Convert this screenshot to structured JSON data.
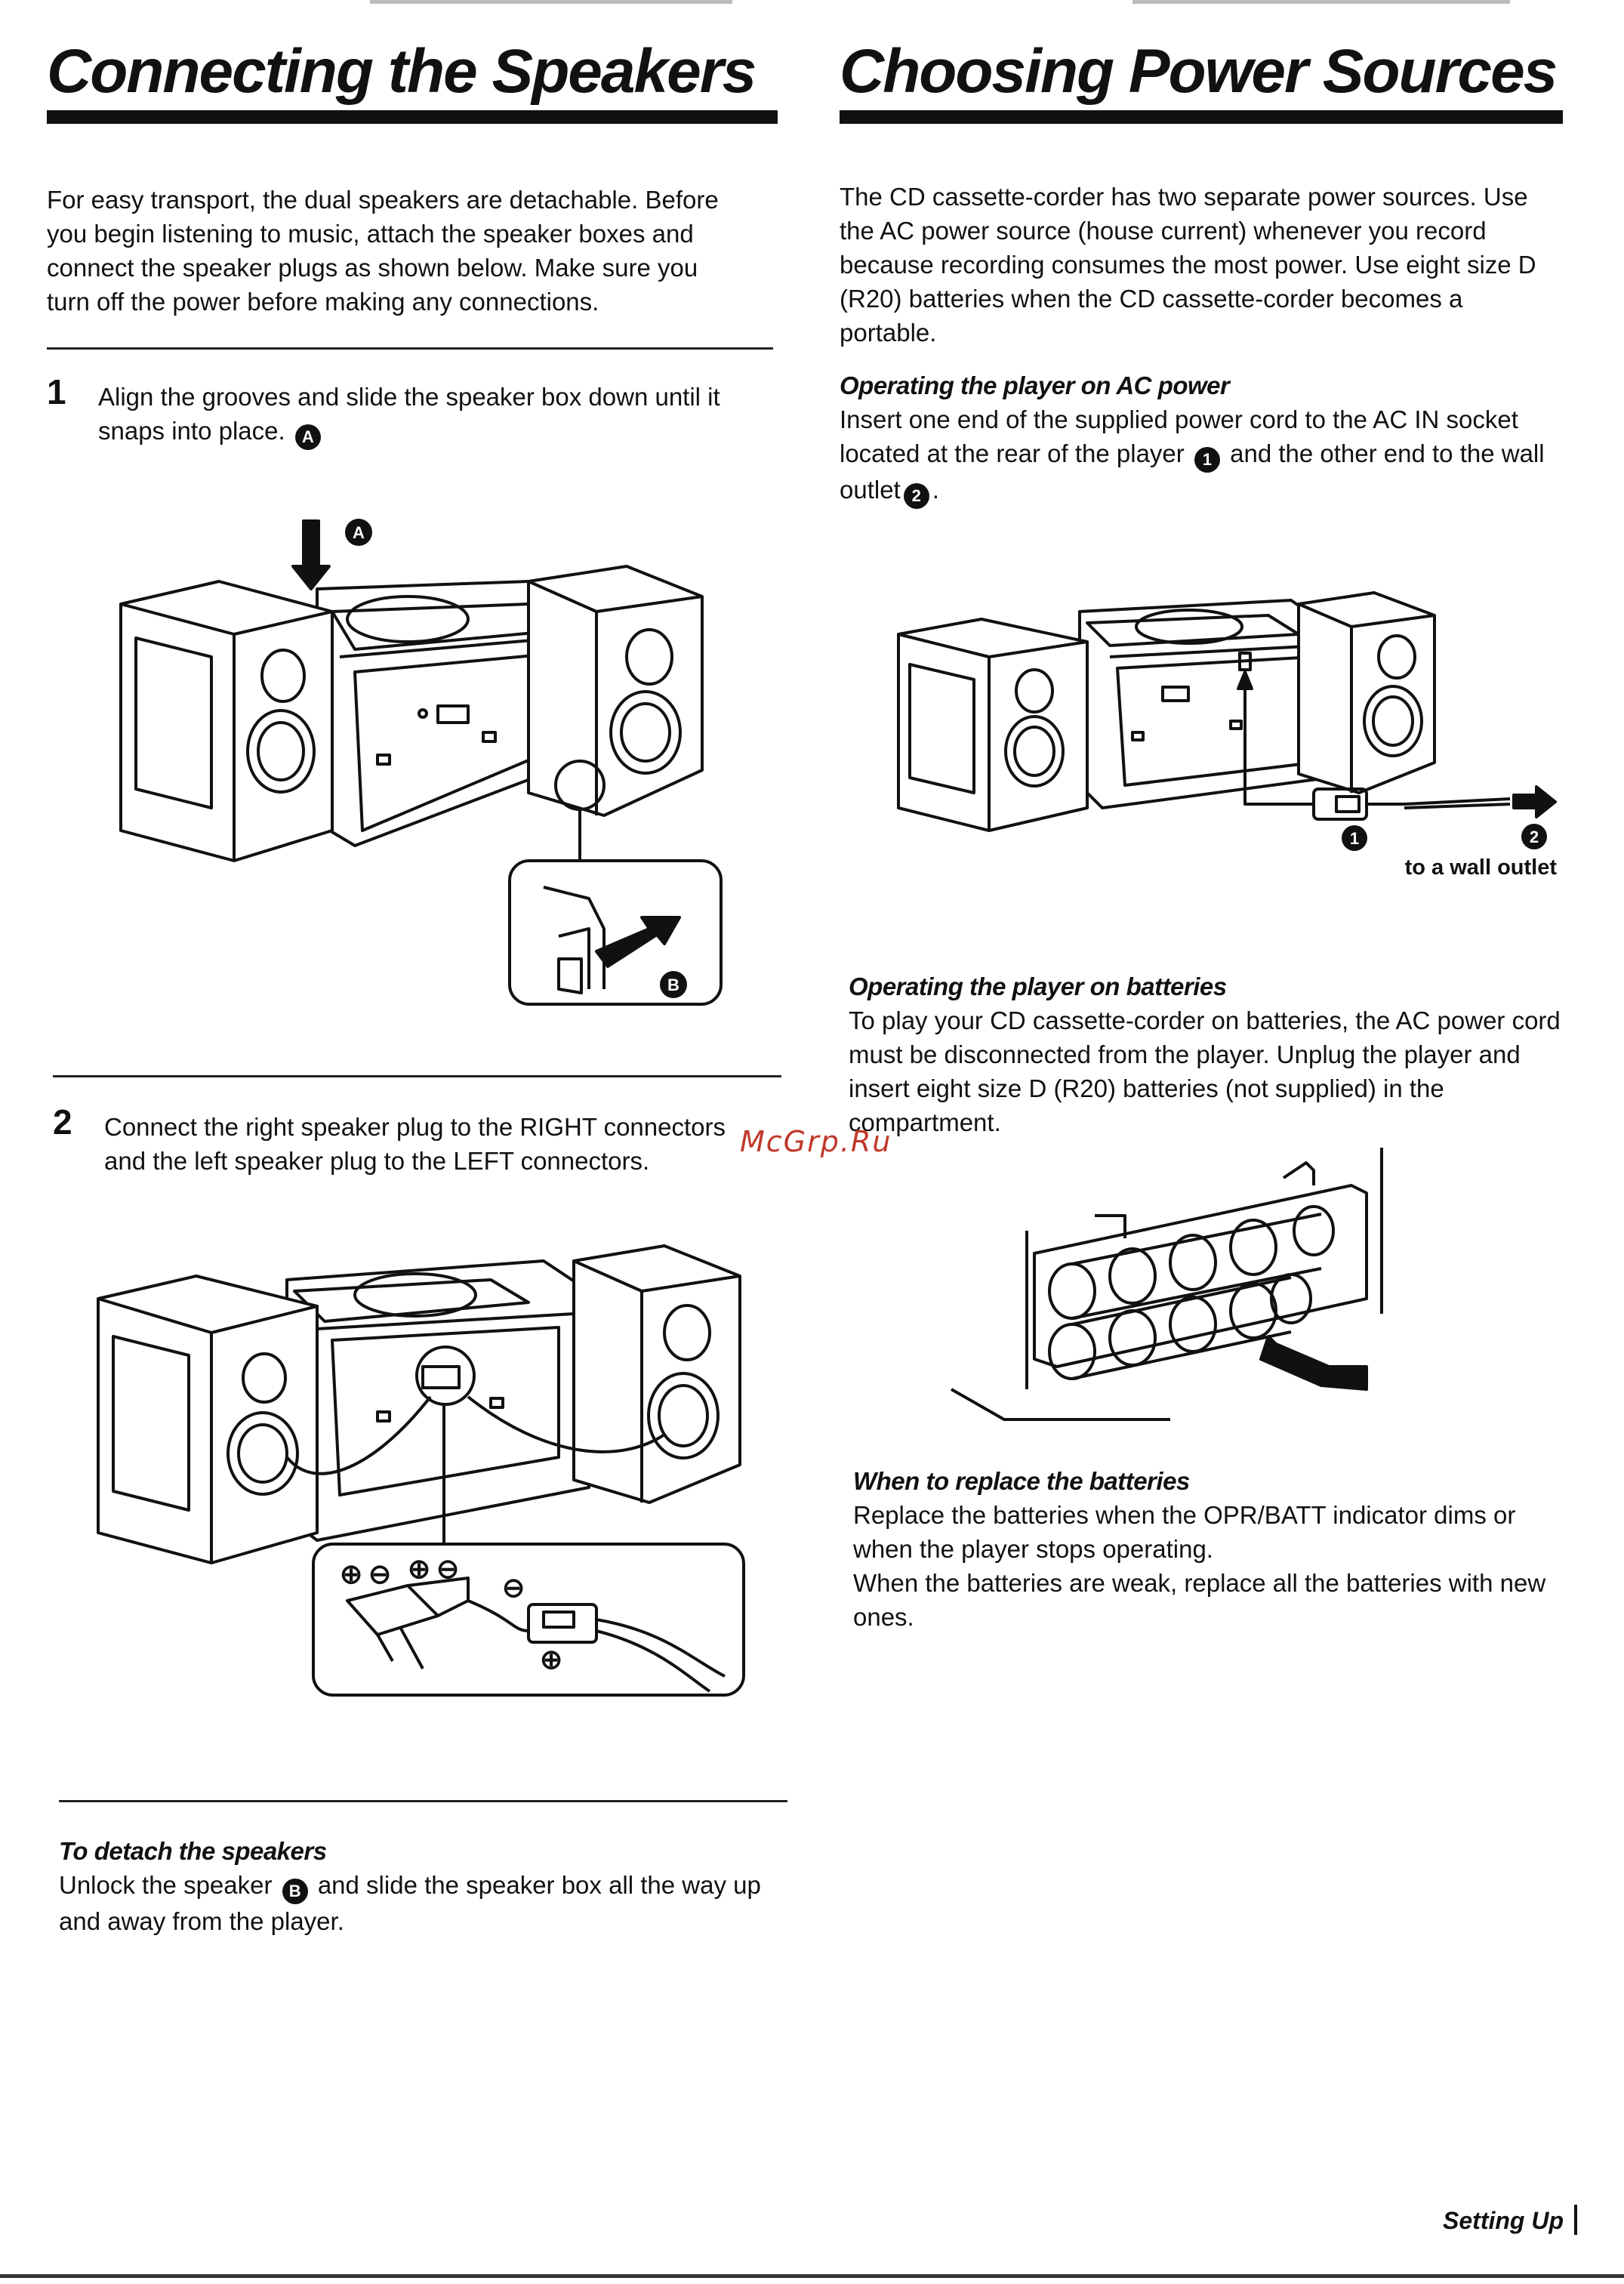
{
  "left": {
    "title": "Connecting the Speakers",
    "intro": "For easy transport, the dual speakers are detachable. Before you begin listening to music, attach the speaker boxes and connect the speaker plugs as shown below. Make sure you turn off the power before making any connections.",
    "step1": {
      "number": "1",
      "text": "Align the grooves and slide the speaker box down until it snaps into place.",
      "marker": "A"
    },
    "fig1": {
      "marker_a": "A",
      "marker_b": "B"
    },
    "step2": {
      "number": "2",
      "text": "Connect the right speaker plug to the RIGHT connectors and the left speaker plug to the LEFT connectors."
    },
    "fig2": {
      "plus": "⊕",
      "minus": "⊖"
    },
    "detach": {
      "heading": "To detach the speakers",
      "text_before": "Unlock the speaker",
      "marker": "B",
      "text_after": "and slide the speaker box all the way up and away from the player."
    }
  },
  "right": {
    "title": "Choosing Power Sources",
    "intro": "The CD cassette-corder has two separate power sources. Use the AC power source (house current) whenever you record because recording consumes the most power. Use eight size D (R20) batteries when the CD cassette-corder becomes a portable.",
    "ac": {
      "heading": "Operating the player on AC power",
      "text1": "Insert one end of the supplied power cord to the AC IN socket located at the rear of the player",
      "marker1": "1",
      "text2": "and the other end to the wall outlet",
      "marker2": "2",
      "text3": "."
    },
    "fig3": {
      "label_1": "1",
      "label_2": "2",
      "wall_label": "to a wall outlet"
    },
    "battery": {
      "heading": "Operating the player on batteries",
      "text": "To play your CD cassette-corder on batteries, the AC power cord must be disconnected from the player. Unplug the player and insert eight size D (R20) batteries (not supplied) in the compartment."
    },
    "replace": {
      "heading": "When to replace the batteries",
      "text1": "Replace the batteries when the OPR/BATT indicator dims or when the player stops operating.",
      "text2": "When the batteries are weak, replace all the batteries with new ones."
    }
  },
  "watermark": "McGrp.Ru",
  "footer": "Setting Up"
}
